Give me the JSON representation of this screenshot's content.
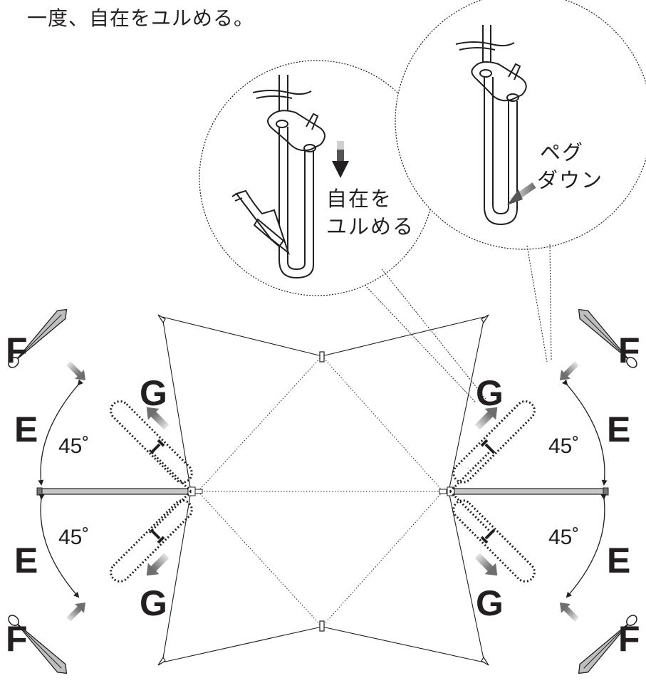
{
  "title": "一度、自在をユルめる。",
  "callout_left": {
    "line1": "自在を",
    "line2": "ユルめる"
  },
  "callout_right": {
    "line1": "ペグ",
    "line2": "ダウン"
  },
  "labels": {
    "f": "F",
    "g": "G",
    "e": "E",
    "angle": "45˚"
  },
  "colors": {
    "ink": "#231f20",
    "pole": "#c8c8c8",
    "arrow_gray": "#8a8a8a",
    "background": "#ffffff"
  }
}
